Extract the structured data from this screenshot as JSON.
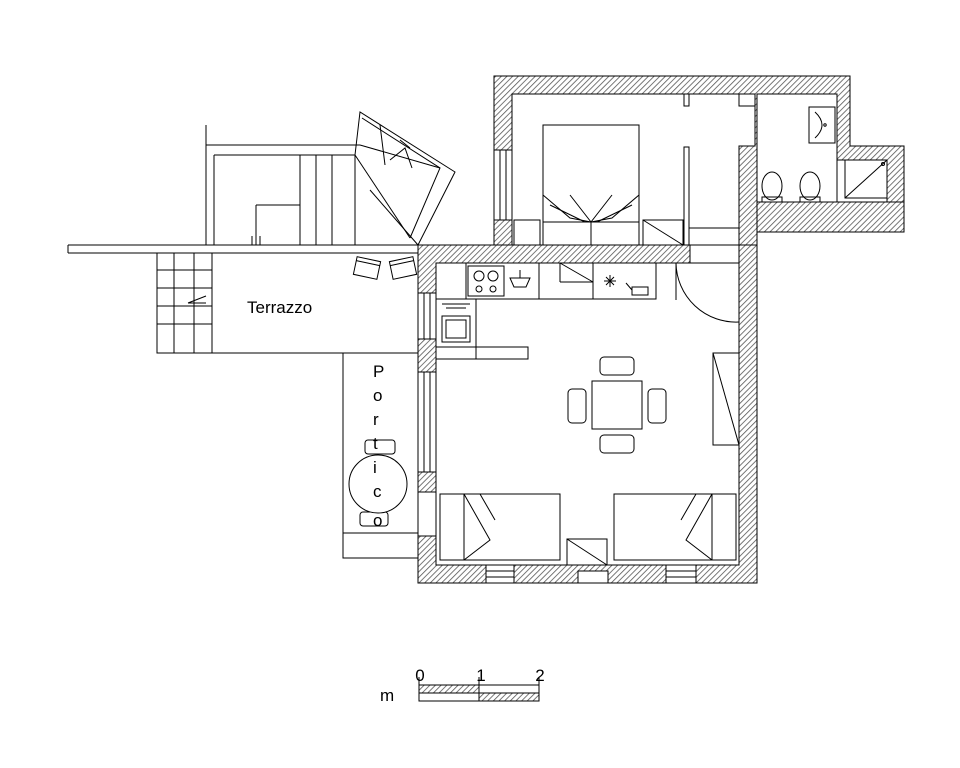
{
  "labels": {
    "terrace": "Terrazzo",
    "portico": "Portico"
  },
  "scale_bar": {
    "unit": "m",
    "ticks": [
      "0",
      "1",
      "2"
    ]
  },
  "colors": {
    "line": "#000000",
    "wall_hatch": "#555555",
    "background": "#ffffff"
  }
}
